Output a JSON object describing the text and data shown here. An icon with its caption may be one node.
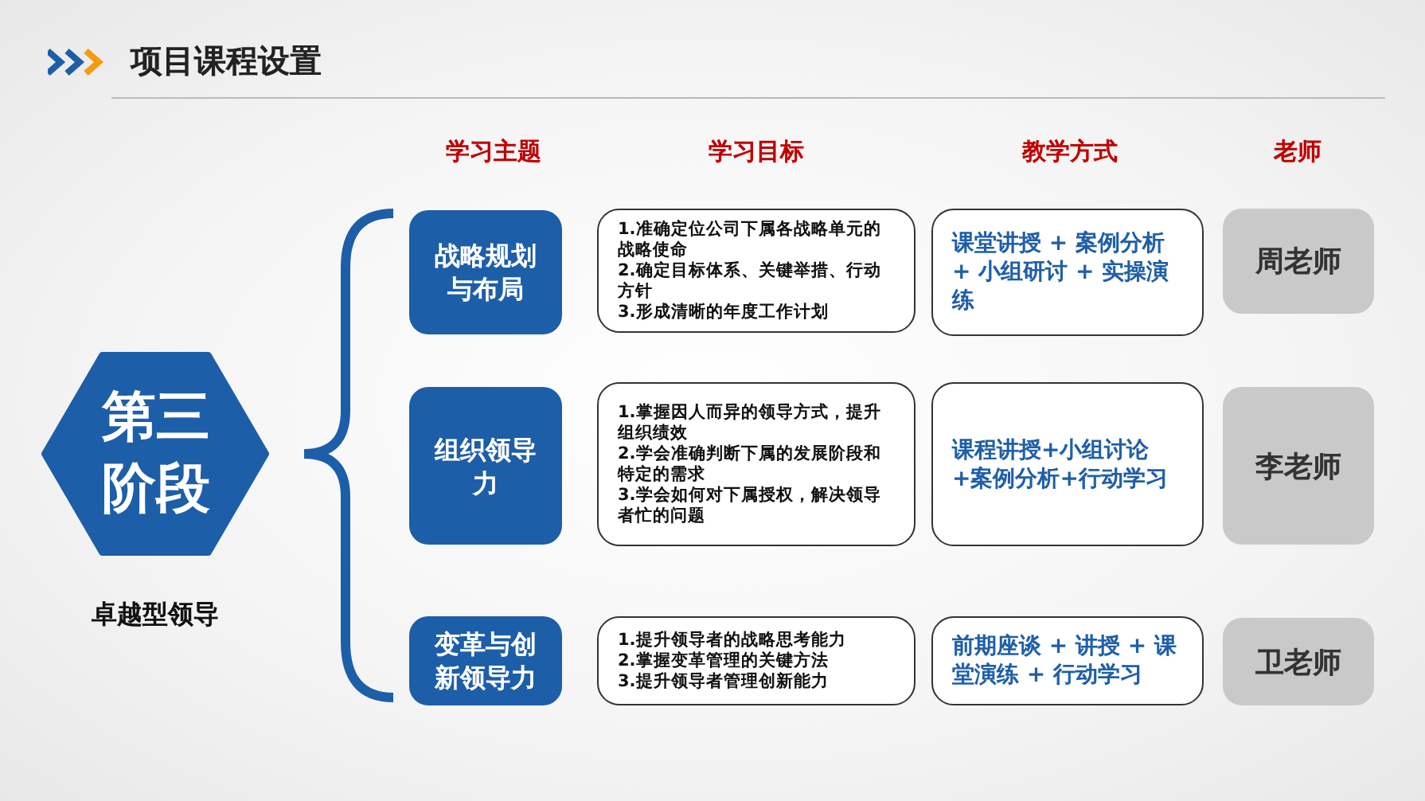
{
  "diagram": {
    "title": "项目课程设置",
    "nodes": [
      {
        "text": [
          "第三阶段"
        ],
        "beside": [
          "卓越型领导"
        ]
      },
      {
        "text": [
          "战略规划与布局"
        ]
      },
      {
        "text": [
          "1.准确定位公司下属各战略单元的战略使命",
          "2.确定目标体系、关键举措、行动方针",
          "3.形成清晰的年度工作计划"
        ]
      },
      {
        "text": [
          "课堂讲授 + 案例分析 + 小组研讨 + 实操演练"
        ]
      },
      {
        "text": [
          "周老师"
        ]
      },
      {
        "text": [
          "组织领导力"
        ]
      },
      {
        "text": [
          "1.掌握因人而异的领导方式，提升组织绩效",
          "2.学会准确判断下属的发展阶段和特定的需求",
          "3.学会如何对下属授权，解决领导者忙的问题"
        ]
      },
      {
        "text": [
          "课程讲授+小组讨论+案例分析+行动学习"
        ]
      },
      {
        "text": [
          "李老师"
        ]
      },
      {
        "text": [
          "变革与创新领导力"
        ]
      },
      {
        "text": [
          "1.提升领导者的战略思考能力",
          "2.掌握变革管理的关键方法",
          "3.提升领导者管理创新能力"
        ]
      },
      {
        "text": [
          "前期座谈 + 讲授 + 课堂演练 + 行动学习"
        ]
      },
      {
        "text": [
          "卫老师"
        ]
      }
    ],
    "edges": [],
    "labels": [
      "学习主题",
      "学习目标",
      "教学方式",
      "老师"
    ]
  }
}
